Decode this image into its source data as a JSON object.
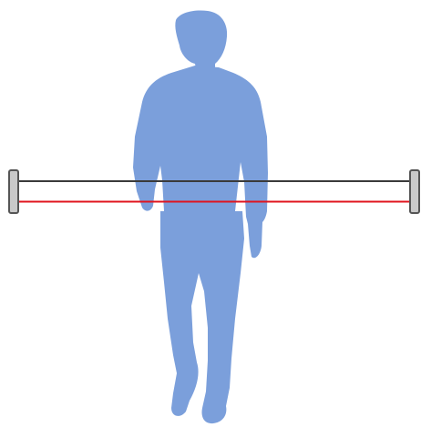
{
  "colors": {
    "background": "#ffffff",
    "person": "#7b9fdb",
    "beam_upper": "#3a3a3a",
    "beam_lower": "#e0141e",
    "post_fill": "#c9c9c9",
    "post_stroke": "#555555"
  },
  "icons": {
    "person": "walking-person-silhouette",
    "left_post": "sensor-post",
    "right_post": "sensor-post"
  }
}
